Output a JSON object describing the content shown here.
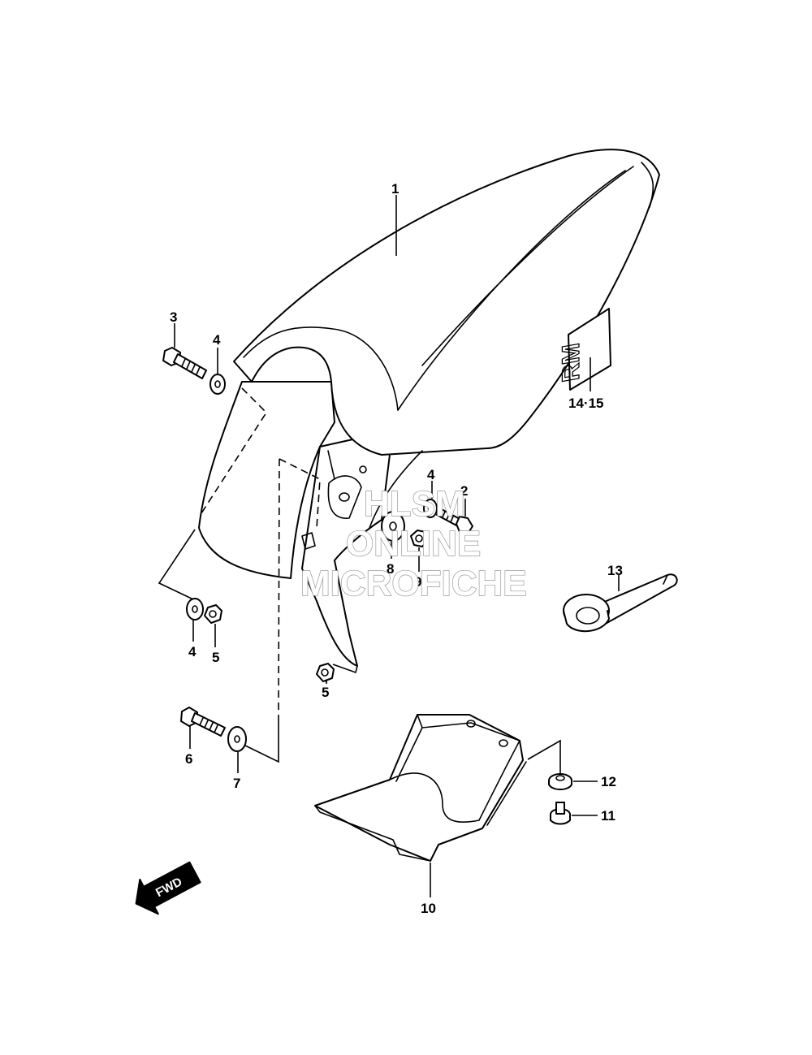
{
  "callouts": {
    "c1": "1",
    "c2": "2",
    "c3": "3",
    "c4a": "4",
    "c4b": "4",
    "c4c": "4",
    "c5a": "5",
    "c5b": "5",
    "c6": "6",
    "c7": "7",
    "c8": "8",
    "c9": "9",
    "c10": "10",
    "c11": "11",
    "c12": "12",
    "c13": "13",
    "c14_15": "14·15"
  },
  "emblem_text": "RM",
  "direction_arrow": "FWD",
  "watermark": {
    "line1": "HLSM",
    "line2": "ONLINE",
    "line3": "MICROFICHE"
  }
}
